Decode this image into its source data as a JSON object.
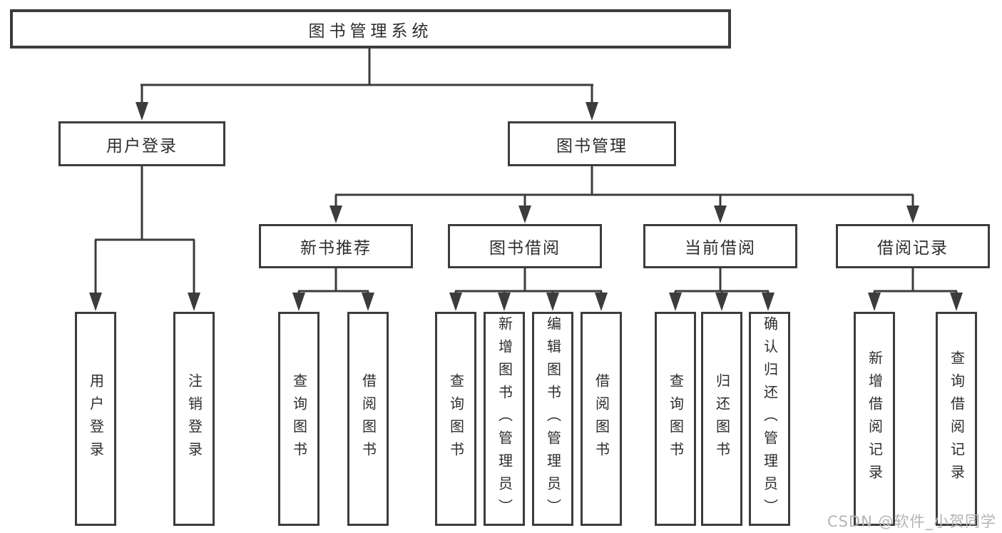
{
  "diagram": {
    "root": {
      "label": "图书管理系统"
    },
    "level2": [
      {
        "label": "用户登录"
      },
      {
        "label": "图书管理"
      }
    ],
    "level3": [
      {
        "label": "新书推荐"
      },
      {
        "label": "图书借阅"
      },
      {
        "label": "当前借阅"
      },
      {
        "label": "借阅记录"
      }
    ],
    "leaves": {
      "user_login": [
        {
          "label": "用户登录"
        },
        {
          "label": "注销登录"
        }
      ],
      "new_books": [
        {
          "label": "查询图书"
        },
        {
          "label": "借阅图书"
        }
      ],
      "book_borrow": [
        {
          "label": "查询图书"
        },
        {
          "label": "新增图书（管理员）"
        },
        {
          "label": "编辑图书（管理员）"
        },
        {
          "label": "借阅图书"
        }
      ],
      "current_borrow": [
        {
          "label": "查询图书"
        },
        {
          "label": "归还图书"
        },
        {
          "label": "确认归还（管理员）"
        }
      ],
      "borrow_records": [
        {
          "label": "新增借阅记录"
        },
        {
          "label": "查询借阅记录"
        }
      ]
    }
  },
  "watermark": {
    "text": "CSDN @软件_小贺同学"
  },
  "colors": {
    "line": "#3c3c3c",
    "text": "#2d2d2d",
    "background": "#ffffff",
    "node_background": "#ffffff",
    "watermark": "#b4b4b4"
  }
}
